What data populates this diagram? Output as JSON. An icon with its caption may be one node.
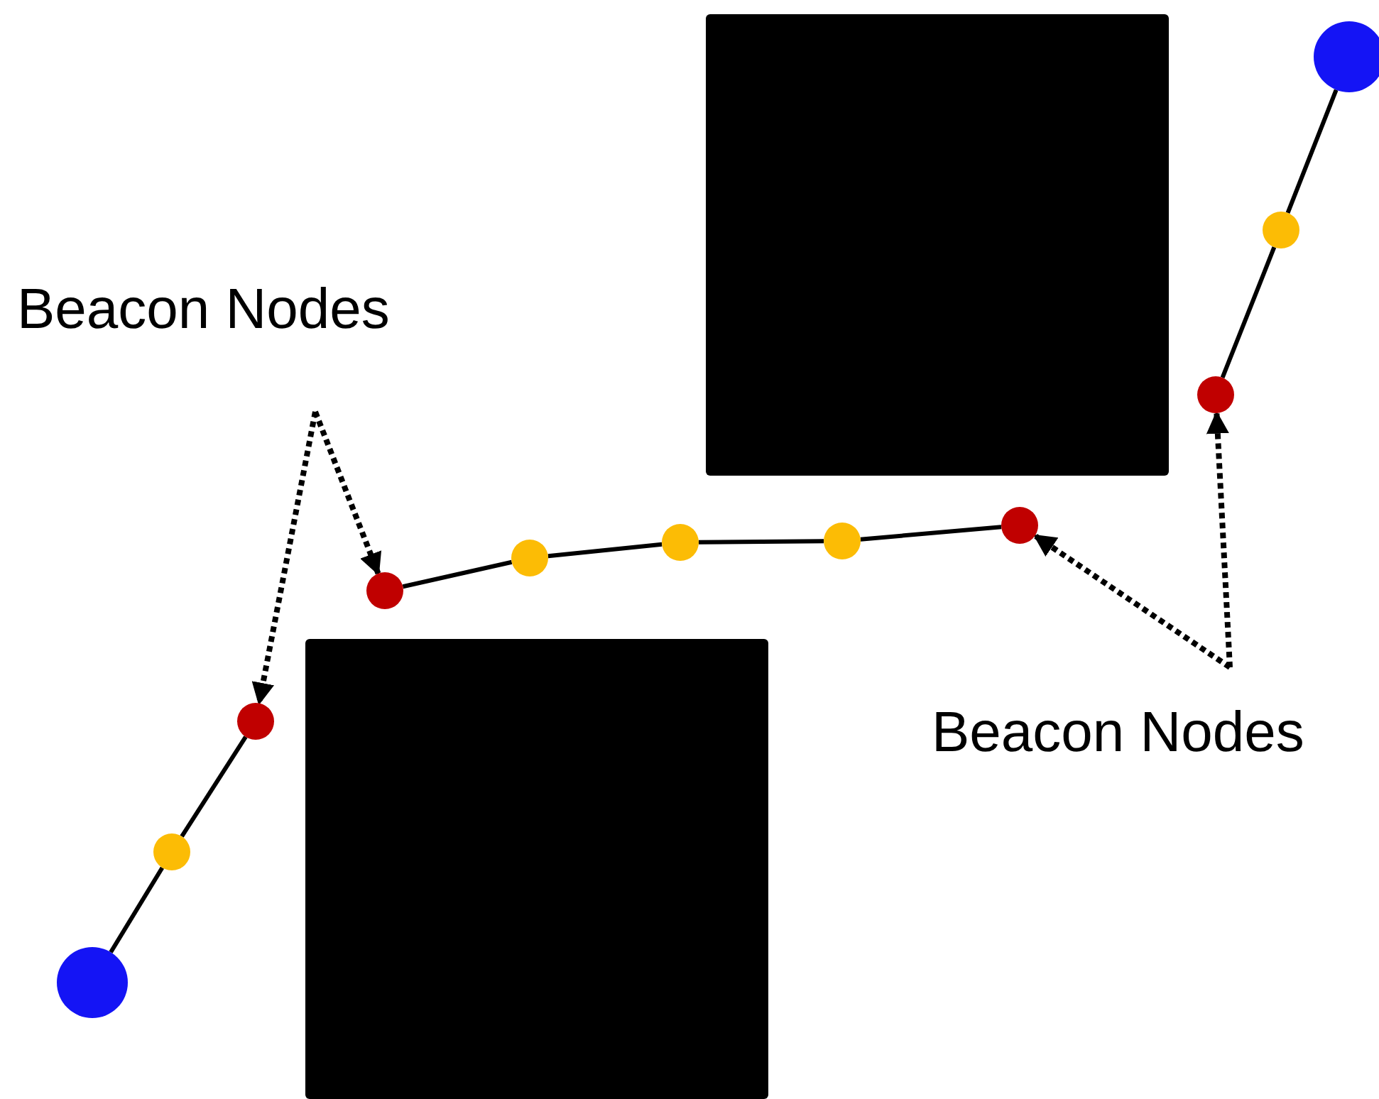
{
  "diagram": {
    "nodes": [
      {
        "text": [
          "Beacon Nodes"
        ]
      },
      {
        "text": [
          "Beacon Nodes"
        ]
      },
      {
        "text": [],
        "shape": "circle"
      },
      {
        "text": [],
        "shape": "circle"
      },
      {
        "text": [],
        "shape": "circle"
      },
      {
        "text": [],
        "shape": "circle"
      },
      {
        "text": [],
        "shape": "circle"
      },
      {
        "text": [],
        "shape": "circle"
      },
      {
        "text": [],
        "shape": "circle"
      },
      {
        "text": [],
        "shape": "circle"
      },
      {
        "text": [],
        "shape": "circle"
      },
      {
        "text": [],
        "shape": "circle"
      },
      {
        "text": [],
        "shape": "circle"
      },
      {
        "text": [],
        "shape": "box"
      },
      {
        "text": [],
        "shape": "box"
      }
    ],
    "edges": [
      {
        "from": 2,
        "to": 3,
        "arrow": "none"
      },
      {
        "from": 3,
        "to": 4,
        "arrow": "none"
      },
      {
        "from": 5,
        "to": 6,
        "arrow": "none"
      },
      {
        "from": 6,
        "to": 7,
        "arrow": "none"
      },
      {
        "from": 7,
        "to": 8,
        "arrow": "none"
      },
      {
        "from": 8,
        "to": 9,
        "arrow": "none"
      },
      {
        "from": 10,
        "to": 11,
        "arrow": "none"
      },
      {
        "from": 11,
        "to": 12,
        "arrow": "none"
      },
      {
        "from": 0,
        "to": 4,
        "arrow": "to",
        "style": "dashed"
      },
      {
        "from": 0,
        "to": 5,
        "arrow": "to",
        "style": "dashed"
      },
      {
        "from": 1,
        "to": 9,
        "arrow": "to",
        "style": "dashed"
      },
      {
        "from": 1,
        "to": 10,
        "arrow": "to",
        "style": "dashed"
      }
    ]
  }
}
